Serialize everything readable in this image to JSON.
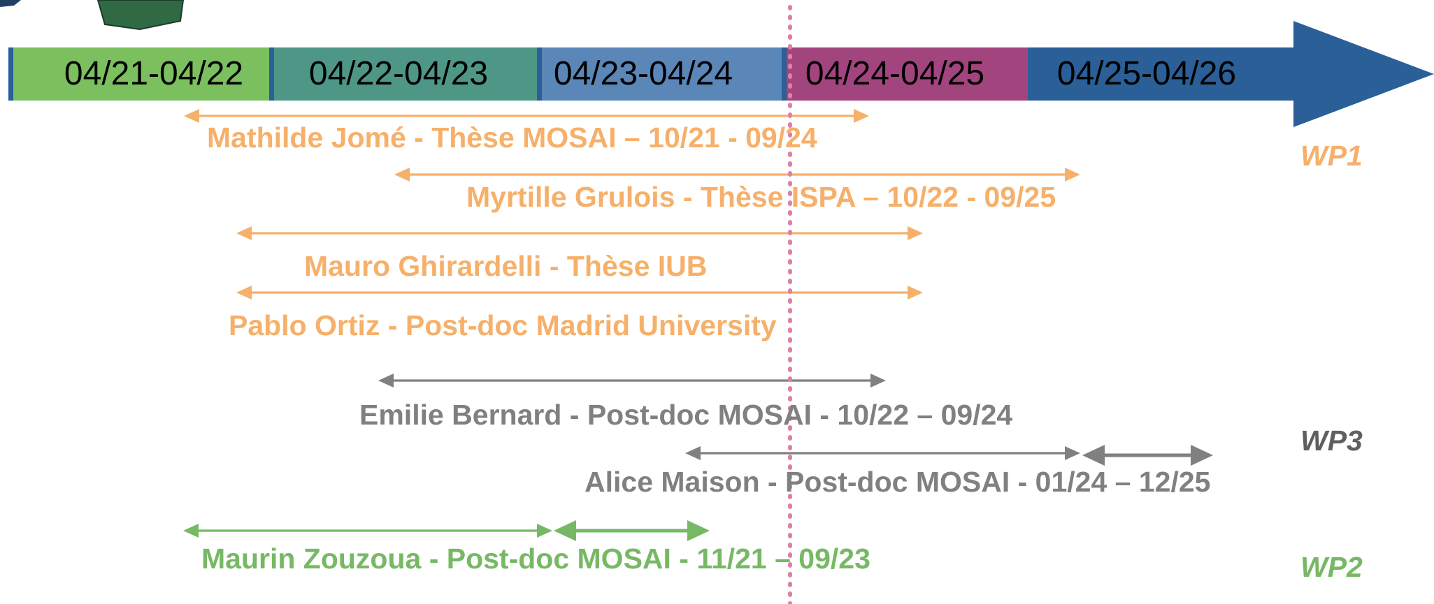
{
  "timeline": {
    "periods": [
      {
        "label": "04/21-04/22",
        "color": "#7bbf5f"
      },
      {
        "label": "04/22-04/23",
        "color": "#4e9786"
      },
      {
        "label": "04/23-04/24",
        "color": "#5a86b8"
      },
      {
        "label": "04/24-04/25",
        "color": "#a2457f"
      },
      {
        "label": "04/25-04/26",
        "color": "#2a5f98"
      }
    ],
    "separator_color": "#2a5f98",
    "today_line_color": "#e07fa8"
  },
  "bars": [
    {
      "label": "Mathilde Jomé - Thèse MOSAI – 10/21 - 09/24",
      "color": "#f6b06a",
      "wp": "WP1"
    },
    {
      "label": "Myrtille Grulois - Thèse ISPA – 10/22 - 09/25",
      "color": "#f6b06a",
      "wp": "WP1"
    },
    {
      "label": "Mauro Ghirardelli - Thèse IUB",
      "color": "#f6b06a",
      "wp": "WP1"
    },
    {
      "label": "Pablo Ortiz - Post-doc Madrid University",
      "color": "#f6b06a",
      "wp": "WP1"
    },
    {
      "label": "Emilie Bernard - Post-doc MOSAI - 10/22 – 09/24",
      "color": "#808080",
      "wp": "WP3"
    },
    {
      "label": "Alice Maison - Post-doc MOSAI - 01/24 – 12/25",
      "color": "#808080",
      "wp": "WP3"
    },
    {
      "label": "Maurin Zouzoua - Post-doc MOSAI  - 11/21 – 09/23",
      "color": "#77b865",
      "wp": "WP2"
    }
  ],
  "work_packages": [
    {
      "label": "WP1",
      "color": "#f6b06a"
    },
    {
      "label": "WP3",
      "color": "#5f5f5f"
    },
    {
      "label": "WP2",
      "color": "#77b865"
    }
  ]
}
